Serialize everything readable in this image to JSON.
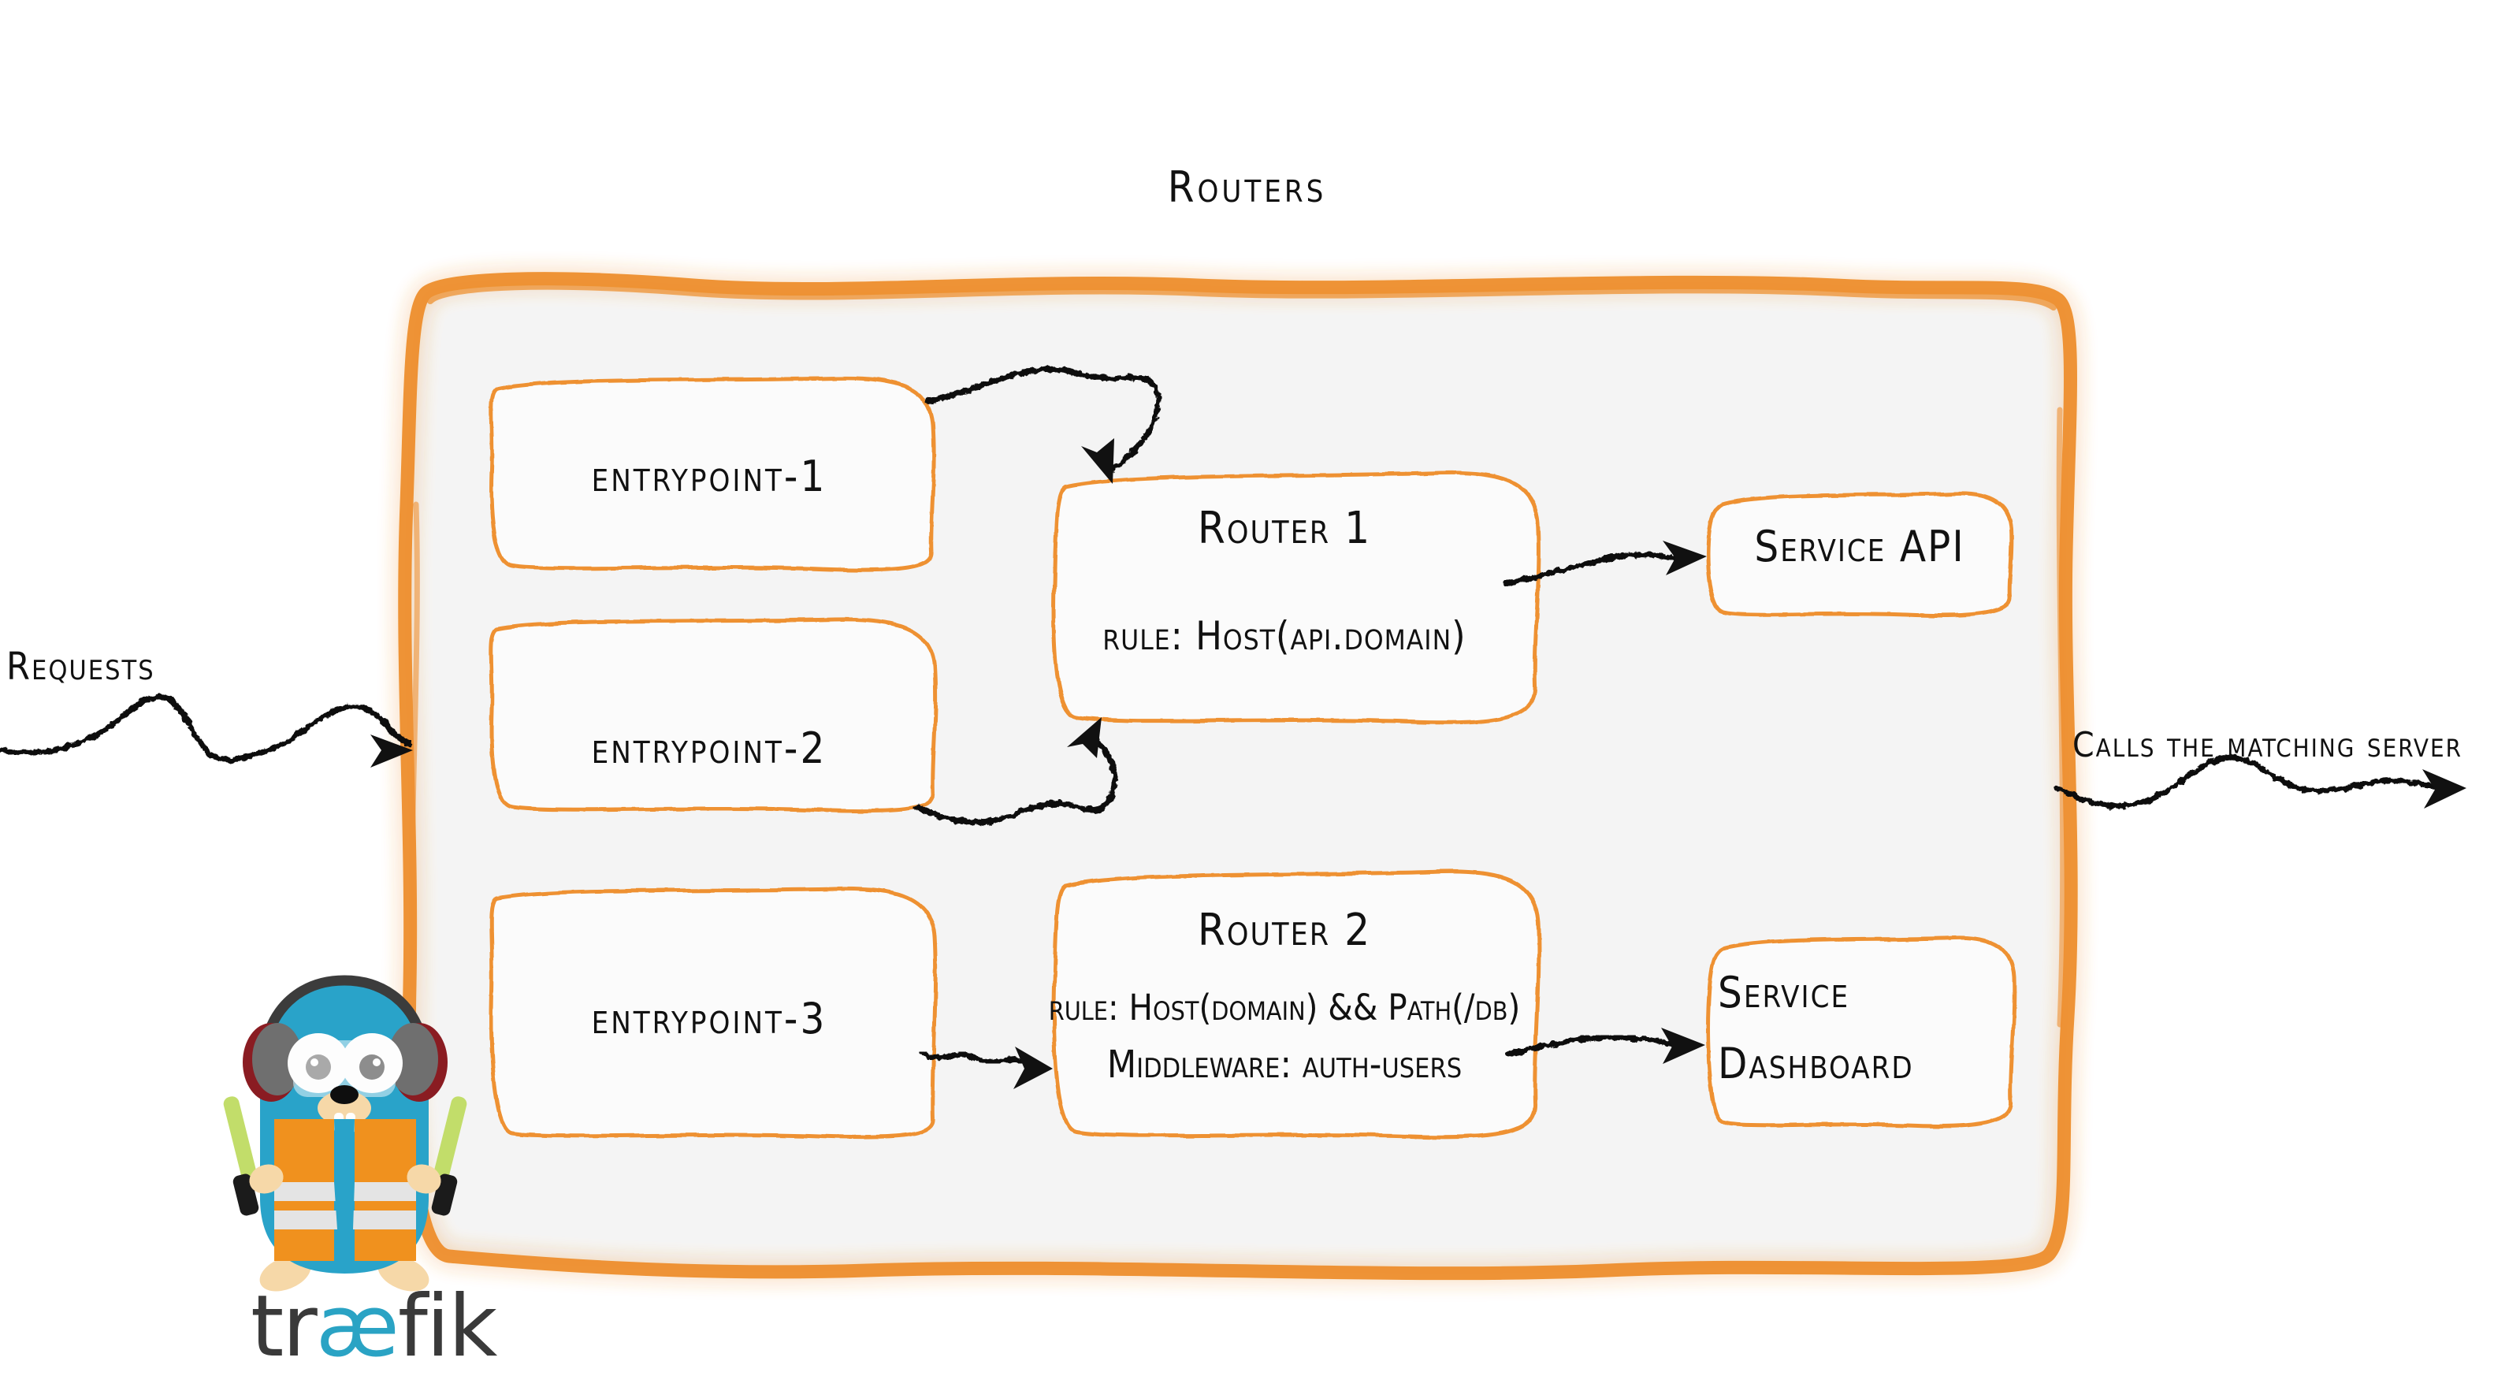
{
  "diagram": {
    "title": "Routers",
    "theme": {
      "orange": "#ee9133",
      "panel_fill": "#f4f4f4",
      "ink": "#111111",
      "traefik_cyan": "#2aa3c4",
      "traefik_dark": "#3a3a3a",
      "vest_orange": "#f0911e",
      "wand_green": "#c2dd6a"
    },
    "entrypoints": [
      {
        "id": "entrypoint-1",
        "label": "entrypoint-1"
      },
      {
        "id": "entrypoint-2",
        "label": "entrypoint-2"
      },
      {
        "id": "entrypoint-3",
        "label": "entrypoint-3"
      }
    ],
    "routers": [
      {
        "id": "router-1",
        "title": "Router 1",
        "rule": "rule: Host(api.domain)",
        "middleware": null
      },
      {
        "id": "router-2",
        "title": "Router 2",
        "rule": "rule: Host(domain) && Path(/db)",
        "middleware": "Middleware: auth-users"
      }
    ],
    "services": [
      {
        "id": "service-api",
        "label": "Service API"
      },
      {
        "id": "service-dashboard",
        "line1": "Service",
        "line2": "Dashboard"
      }
    ],
    "annotations": {
      "incoming": "Requests",
      "outgoing": "Calls the matching server"
    },
    "logo": {
      "word_prefix": "tr",
      "word_ligature": "æ",
      "word_suffix": "fik",
      "mascot": "traefik-gopher"
    },
    "flows": [
      {
        "from": "entrypoint-1",
        "to": "router-1"
      },
      {
        "from": "entrypoint-2",
        "to": "router-1"
      },
      {
        "from": "entrypoint-3",
        "to": "router-2"
      },
      {
        "from": "router-1",
        "to": "service-api"
      },
      {
        "from": "router-2",
        "to": "service-dashboard"
      }
    ]
  }
}
